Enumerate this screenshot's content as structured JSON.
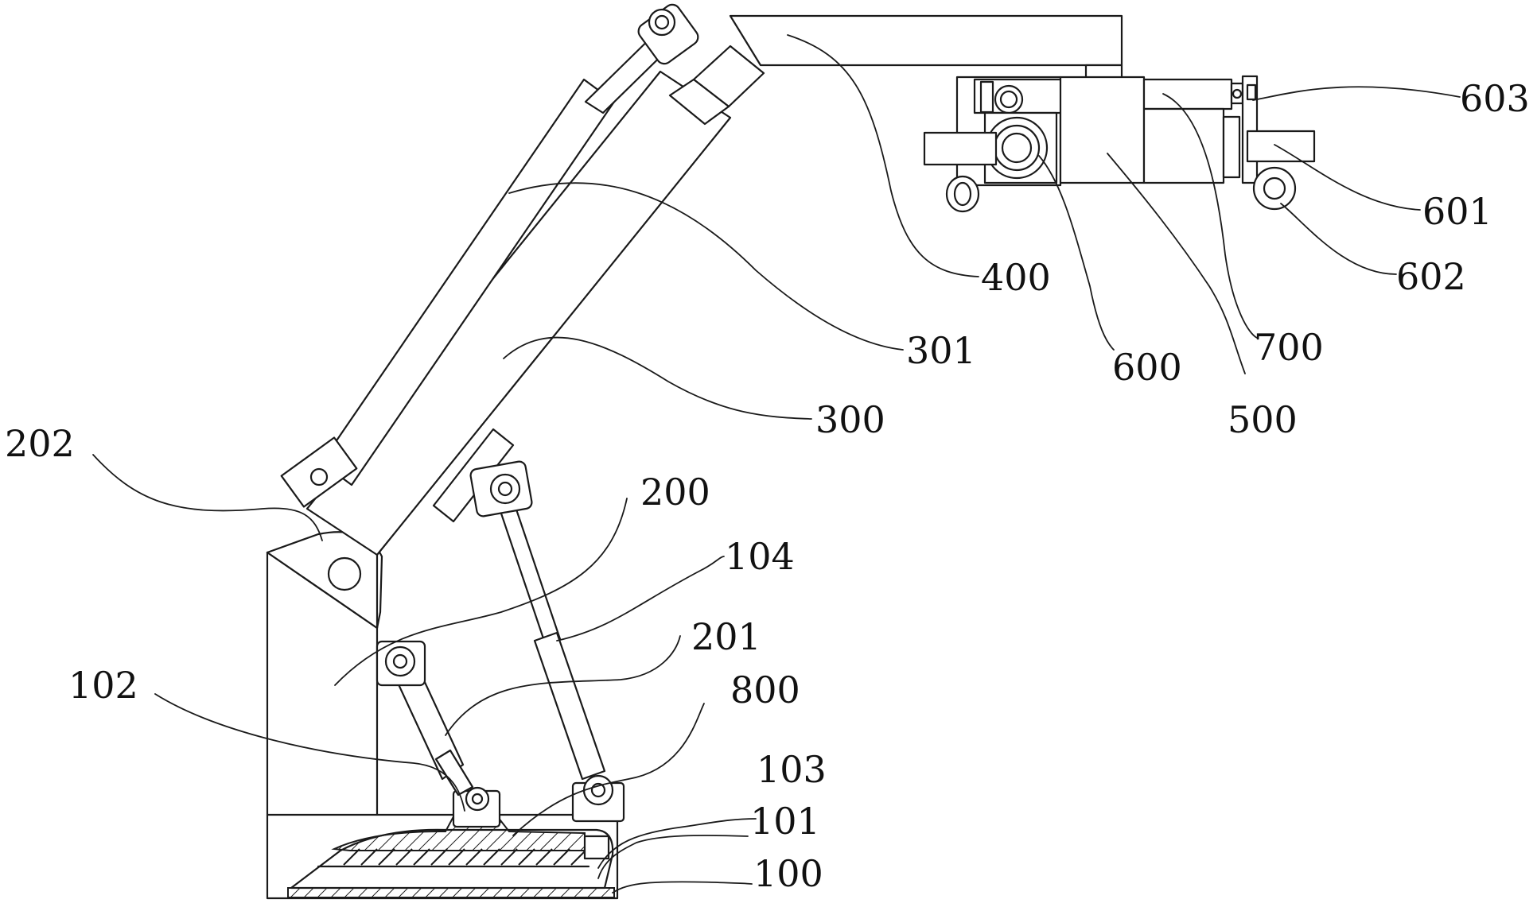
{
  "labels": {
    "l603": "603",
    "l601": "601",
    "l602": "602",
    "l400": "400",
    "l700": "700",
    "l301": "301",
    "l600": "600",
    "l500": "500",
    "l300": "300",
    "l202": "202",
    "l200": "200",
    "l104": "104",
    "l201": "201",
    "l102": "102",
    "l800": "800",
    "l103": "103",
    "l101": "101",
    "l100": "100"
  }
}
